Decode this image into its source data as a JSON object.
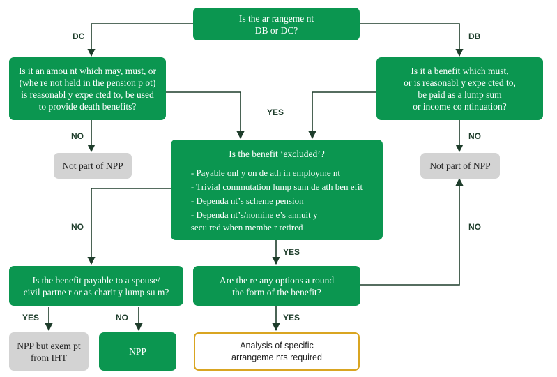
{
  "nodes": {
    "root": "Is the ar rangeme nt\nDB or DC?",
    "dc_question": "Is it an amou nt which may, must, or\n(whe re not held in the pension p ot)\nis reasonabl y expe cted to, be used\nto provide death benefits?",
    "db_question": "Is it a benefit which must,\nor is reasonabl y expe cted to,\nbe paid as a lump sum\nor income co ntinuation?",
    "not_npp_left": "Not part of NPP",
    "not_npp_right": "Not part of NPP",
    "excluded": {
      "title": "Is the benefit ‘excluded’?",
      "items": [
        "- Payable onl y on de ath in employme nt",
        "- Trivial commutation lump sum de ath ben efit",
        "- Dependa nt’s scheme pension",
        "- Dependa nt’s/nomine e’s annuit y\n  secu red when membe r retired"
      ]
    },
    "spouse_question": "Is the benefit payable to a spouse/\ncivil partne r or as charit y lump su m?",
    "options_question": "Are the re any options a round\nthe form of the benefit?",
    "npp_exempt": "NPP but exem pt\nfrom IHT",
    "npp": "NPP",
    "analysis": "Analysis of specific\narrangeme nts required"
  },
  "edge_labels": {
    "dc": "DC",
    "db": "DB",
    "yes_center": "YES",
    "no_left_top": "NO",
    "no_right_top": "NO",
    "no_left_mid": "NO",
    "no_right_mid": "NO",
    "yes_mid": "YES",
    "yes_bottom_left": "YES",
    "no_bottom_left": "NO",
    "yes_bottom_center": "YES"
  },
  "colors": {
    "green": "#0b9650",
    "grey": "#d3d3d3",
    "outline": "#d9a521",
    "arrow": "#1e3d2b"
  }
}
